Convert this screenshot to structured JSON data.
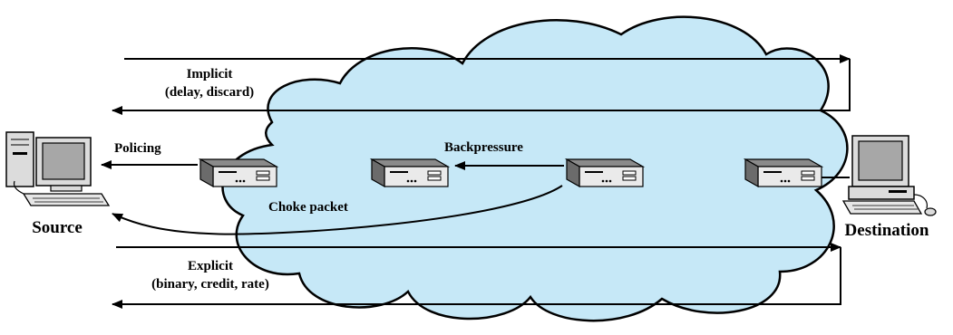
{
  "labels": {
    "implicit": "Implicit",
    "implicit_detail": "(delay, discard)",
    "policing": "Policing",
    "backpressure": "Backpressure",
    "choke_packet": "Choke packet",
    "explicit": "Explicit",
    "explicit_detail": "(binary, credit, rate)",
    "source": "Source",
    "destination": "Destination"
  },
  "colors": {
    "cloud_fill": "#c6e8f7",
    "line": "#000000",
    "router_body": "#eaeaea",
    "router_top": "#8a8a8a",
    "monitor_screen": "#a7a7a7"
  },
  "icons": {
    "source": "desktop-computer-icon",
    "destination": "desktop-computer-icon",
    "node": "router-icon"
  }
}
